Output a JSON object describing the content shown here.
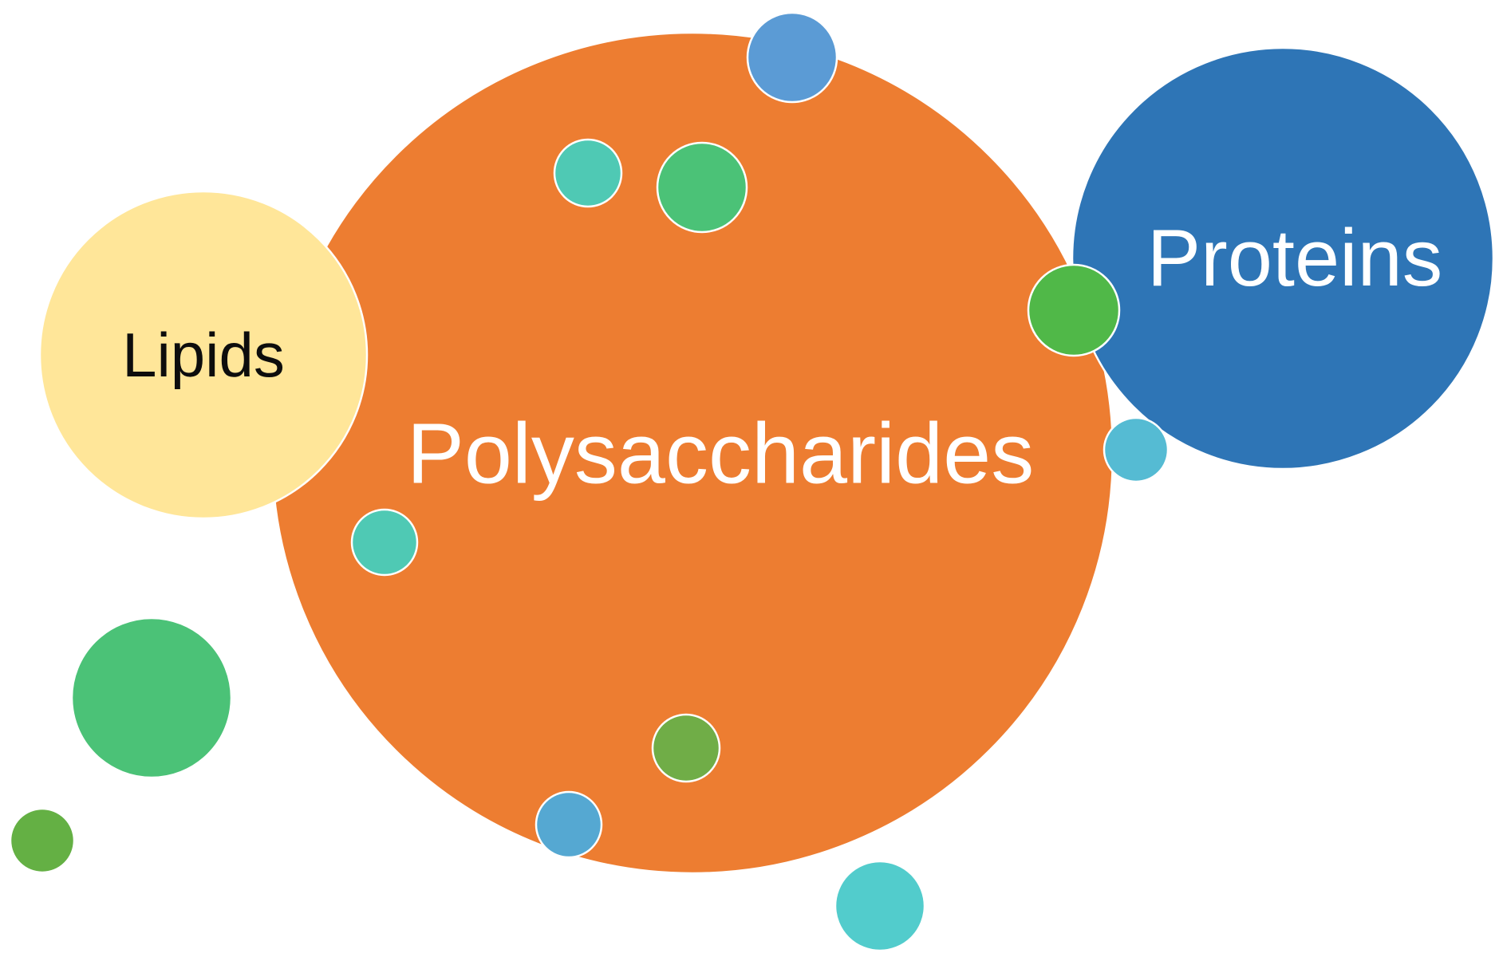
{
  "labels": {
    "polysaccharides": "Polysaccharides",
    "lipids": "Lipids",
    "proteins": "Proteins"
  },
  "colors": {
    "polysaccharides": "#ED7D31",
    "lipids": "#FFE699",
    "proteins": "#2E75B6",
    "light_blue": "#5B9BD5",
    "teal": "#4FC9B4",
    "green": "#4BC277",
    "bright_green": "#50B848",
    "cyan_blue": "#55BBD3",
    "olive_green": "#70AD47",
    "sky_blue": "#55A8D2",
    "turquoise": "#52CCCC",
    "dark_green": "#64B044",
    "label_dark": "#0d0d0d",
    "label_light": "#ffffff"
  }
}
